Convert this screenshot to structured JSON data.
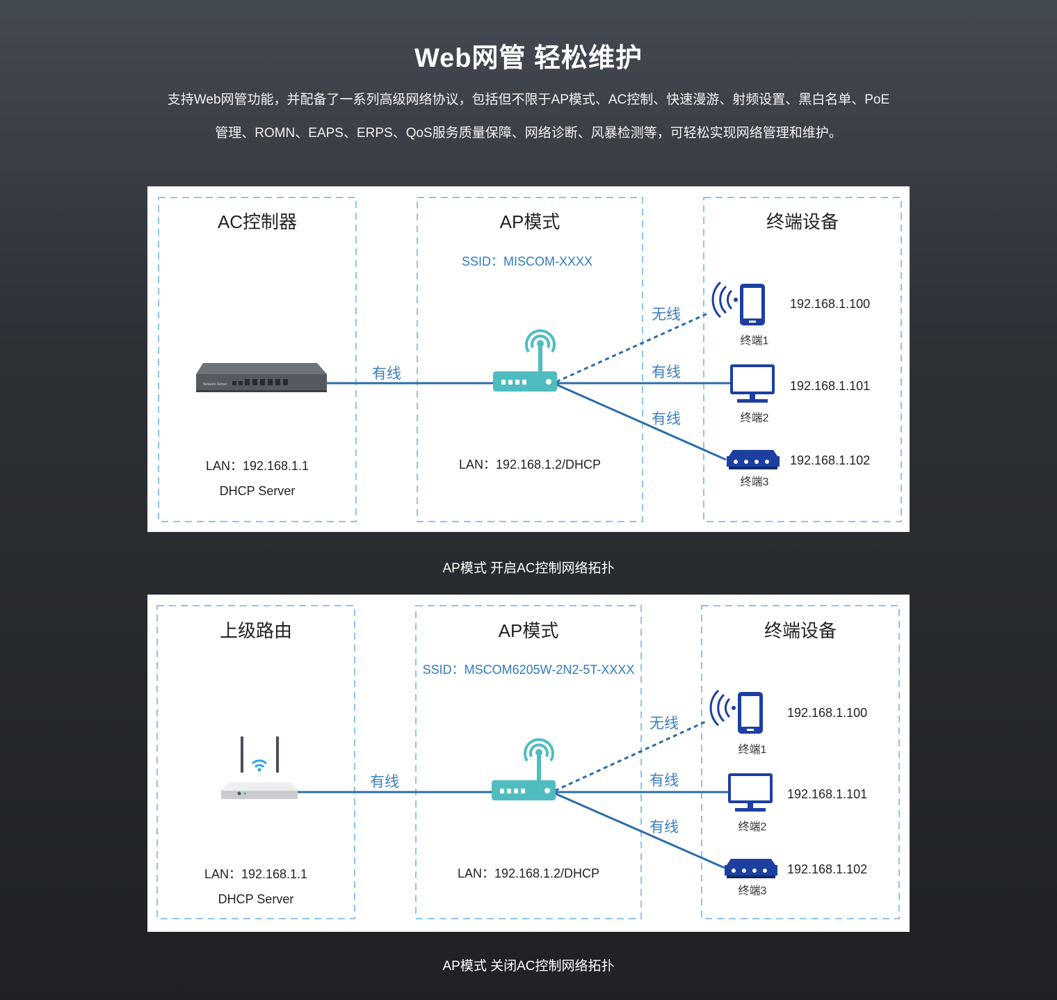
{
  "header": {
    "title": "Web网管 轻松维护",
    "desc_line1": "支持Web网管功能，并配备了一系列高级网络协议，包括但不限于AP模式、AC控制、快速漫游、射频设置、黑白名单、PoE",
    "desc_line2": "管理、ROMN、EAPS、ERPS、QoS服务质量保障、网络诊断、风暴检测等，可轻松实现网络管理和维护。"
  },
  "diagram1": {
    "left_title": "AC控制器",
    "mid_title": "AP模式",
    "right_title": "终端设备",
    "ssid": "SSID：MISCOM-XXXX",
    "left_lan": "LAN：192.168.1.1",
    "left_dhcp": "DHCP Server",
    "mid_lan": "LAN：192.168.1.2/DHCP",
    "link_wired_main": "有线",
    "link_wireless": "无线",
    "link_wired_2": "有线",
    "link_wired_3": "有线",
    "device_small_label": "Network Server",
    "terminals": [
      {
        "name": "终端1",
        "ip": "192.168.1.100",
        "icon": "phone-icon"
      },
      {
        "name": "终端2",
        "ip": "192.168.1.101",
        "icon": "monitor-icon"
      },
      {
        "name": "终端3",
        "ip": "192.168.1.102",
        "icon": "switch-icon"
      }
    ],
    "caption": "AP模式 开启AC控制网络拓扑"
  },
  "diagram2": {
    "left_title": "上级路由",
    "mid_title": "AP模式",
    "right_title": "终端设备",
    "ssid": "SSID：MSCOM6205W-2N2-5T-XXXX",
    "left_lan": "LAN：192.168.1.1",
    "left_dhcp": "DHCP Server",
    "mid_lan": "LAN：192.168.1.2/DHCP",
    "link_wired_main": "有线",
    "link_wireless": "无线",
    "link_wired_2": "有线",
    "link_wired_3": "有线",
    "terminals": [
      {
        "name": "终端1",
        "ip": "192.168.1.100",
        "icon": "phone-icon"
      },
      {
        "name": "终端2",
        "ip": "192.168.1.101",
        "icon": "monitor-icon"
      },
      {
        "name": "终端3",
        "ip": "192.168.1.102",
        "icon": "switch-icon"
      }
    ],
    "caption": "AP模式 关闭AC控制网络拓扑"
  },
  "colors": {
    "accent_blue": "#2f7bbf",
    "line_blue": "#2a6ca6",
    "ap_teal": "#4fbcc0",
    "device_navy": "#1c3fa0",
    "box_dash": "#8ec3ef"
  }
}
